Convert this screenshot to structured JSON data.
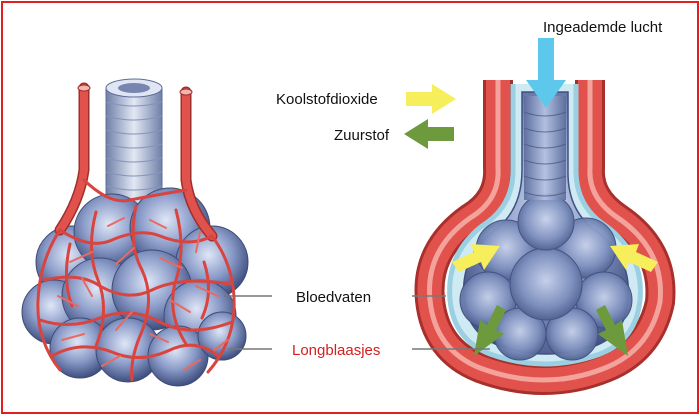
{
  "labels": {
    "inhaled_air": "Ingeademde lucht",
    "co2": "Koolstofdioxide",
    "oxygen": "Zuurstof",
    "blood_vessels": "Bloedvaten",
    "alveoli": "Longblaasjes"
  },
  "colors": {
    "frame": "#e02020",
    "alveoli_label": "#d42020",
    "vessel_red": "#e2524d",
    "alveolus_blue": "#5f74a8",
    "airflow_cyan": "#5ec8ec",
    "co2_yellow": "#f6ee5a",
    "oxygen_green": "#6d9a3c"
  }
}
